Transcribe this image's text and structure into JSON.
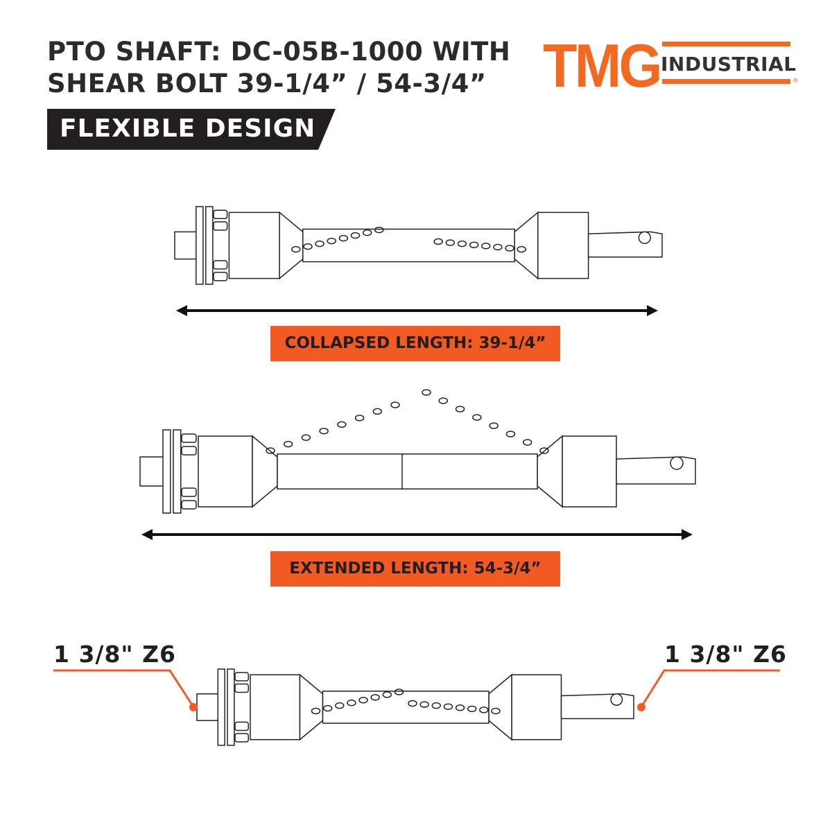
{
  "header": {
    "title_line1": "PTO SHAFT: DC-05B-1000 WITH",
    "title_line2": "SHEAR BOLT 39-1/4” / 54-3/4”",
    "banner": "FLEXIBLE DESIGN"
  },
  "logo": {
    "brand": "TMG",
    "sub": "INDUSTRIAL",
    "mark": "®"
  },
  "diagrams": {
    "collapsed_label": "COLLAPSED LENGTH: 39-1/4”",
    "extended_label": "EXTENDED LENGTH: 54-3/4”",
    "left_callout": "1 3/8\" Z6",
    "right_callout": "1 3/8\" Z6"
  },
  "colors": {
    "accent": "#f15a22",
    "dark": "#231f20",
    "logo_orange": "#f26a21"
  }
}
